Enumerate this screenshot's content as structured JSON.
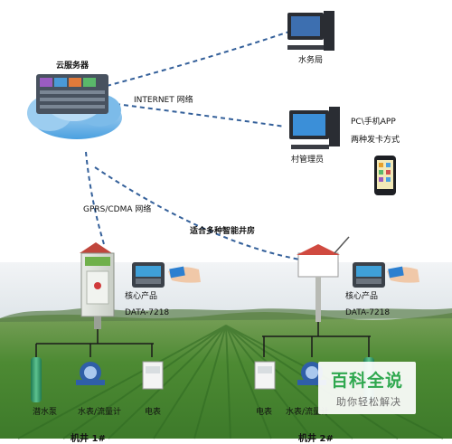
{
  "nodes": {
    "cloud_server": "云服务器",
    "water_bureau": "水务局",
    "pc_app": "PC\\手机APP",
    "card_methods": "两种发卡方式",
    "village_admin": "村管理员",
    "suitable_wells": "适合多种智能井房",
    "core_product_1": "核心产品",
    "model_1": "DATA-7218",
    "core_product_2": "核心产品",
    "model_2": "DATA-7218"
  },
  "links": {
    "internet": "INTERNET 网络",
    "gprs": "GPRS/CDMA 网络"
  },
  "field": {
    "pump": "潜水泵",
    "water_meter_1": "水表/流量计",
    "electric_meter_1": "电表",
    "electric_meter_2": "电表",
    "water_meter_2": "水表/流量计"
  },
  "wells": {
    "well_1": "机井 1#",
    "well_2": "机井 2#"
  },
  "watermark": {
    "title": "百科全说",
    "subtitle": "助你轻松解决"
  },
  "colors": {
    "sky": "#eef1f4",
    "field_green": "#4f8a34",
    "line_blue": "#34609a",
    "cabinet_green": "#6fb04a",
    "brand_green": "#2fa84f"
  }
}
